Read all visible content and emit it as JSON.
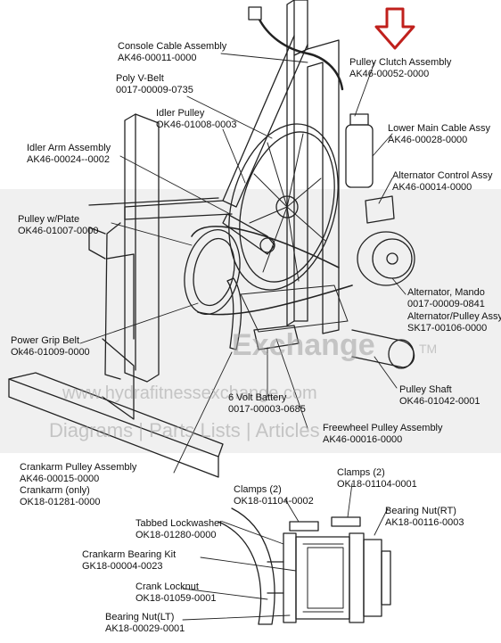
{
  "labels": [
    {
      "name": "Console Cable Assembly",
      "part": "AK46-00011-0000"
    },
    {
      "name": "Poly V-Belt",
      "part": "0017-00009-0735"
    },
    {
      "name": "Idler Pulley",
      "part": "OK46-01008-0003"
    },
    {
      "name": "Idler Arm Assembly",
      "part": "AK46-00024--0002"
    },
    {
      "name": "Pulley w/Plate",
      "part": "OK46-01007-0000"
    },
    {
      "name": "Power Grip Belt",
      "part": "Ok46-01009-0000"
    },
    {
      "name": "Pulley Clutch Assembly",
      "part": "AK46-00052-0000"
    },
    {
      "name": "Lower Main Cable Assy",
      "part": "AK46-00028-0000"
    },
    {
      "name": "Alternator Control Assy",
      "part": "AK46-00014-0000"
    },
    {
      "name": "Alternator, Mando",
      "part": "0017-00009-0841"
    },
    {
      "name": "Alternator/Pulley Assy",
      "part": "SK17-00106-0000"
    },
    {
      "name": "Pulley Shaft",
      "part": "OK46-01042-0001"
    },
    {
      "name": "6 Volt Battery",
      "part": "0017-00003-0685"
    },
    {
      "name": "Freewheel Pulley Assembly",
      "part": "AK46-00016-0000"
    },
    {
      "name": "Crankarm Pulley Assembly",
      "part": "AK46-00015-0000"
    },
    {
      "name": "Crankarm (only)",
      "part": "OK18-01281-0000"
    },
    {
      "name": "Clamps (2)",
      "part": "OK18-01104-0001"
    },
    {
      "name": "Clamps (2)",
      "part": "OK18-01104-0002"
    },
    {
      "name": "Bearing Nut(RT)",
      "part": "AK18-00116-0003"
    },
    {
      "name": "Tabbed Lockwasher",
      "part": "OK18-01280-0000"
    },
    {
      "name": "Crankarm Bearing Kit",
      "part": "GK18-00004-0023"
    },
    {
      "name": "Crank Locknut",
      "part": "OK18-01059-0001"
    },
    {
      "name": "Bearing Nut(LT)",
      "part": "AK18-00029-0001"
    }
  ],
  "watermark": {
    "line1": "Exchange",
    "tm": "TM",
    "url": "www.hydrafitnessexchange.com",
    "line3": "Diagrams | Parts Lists | Articles"
  },
  "colors": {
    "arrow": "#c0201c",
    "line": "#222222",
    "watermark": "#a0a0a0"
  }
}
